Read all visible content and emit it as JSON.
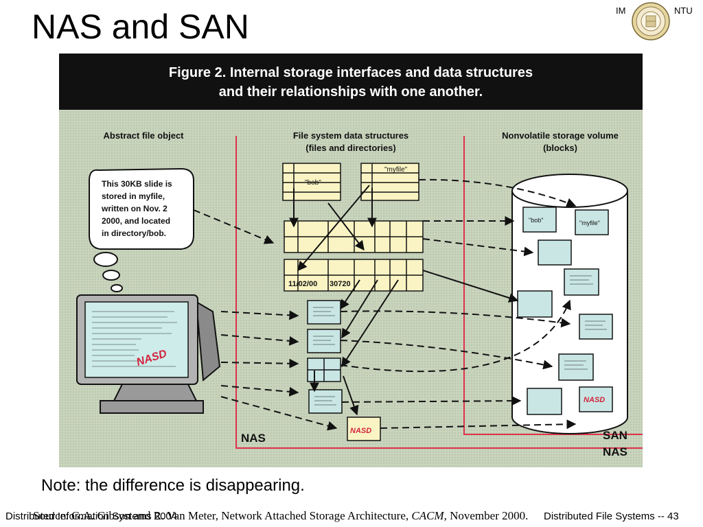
{
  "slide": {
    "title": "NAS and SAN",
    "note": "Note: the difference is disappearing.",
    "source_prefix": "Source: G.A. Gibson and R. Van Meter, Network Attached Storage Architecture, ",
    "source_journal": "CACM",
    "source_suffix": ", November 2000.",
    "footer_left": "Distributed Information Systems 2004",
    "footer_right": "Distributed File Systems -- 43",
    "logo_left": "IM",
    "logo_right": "NTU"
  },
  "figure": {
    "title_line1": "Figure 2. Internal storage interfaces and data structures",
    "title_line2": "and their relationships with one another.",
    "col_abstract": "Abstract file object",
    "col_fs_line1": "File system data structures",
    "col_fs_line2": "(files and directories)",
    "col_vol_line1": "Nonvolatile storage volume",
    "col_vol_line2": "(blocks)",
    "bubble_lines": [
      "This 30KB slide is",
      "stored in myfile,",
      "written on Nov. 2",
      "2000, and located",
      "in directory/bob."
    ],
    "dir_bob": "\"bob\"",
    "dir_myfile": "\"myfile\"",
    "inode_date": "11/02/00",
    "inode_size": "30720",
    "disk_bob": "\"bob\"",
    "disk_myfile": "\"myfile\"",
    "nasd": "NASD",
    "label_san": "SAN",
    "label_nas_inner": "NAS",
    "label_nas_outer": "NAS"
  },
  "colors": {
    "figure_bg": "#c9d4bd",
    "title_bar": "#111111",
    "region_line": "#e0304a",
    "box_fill": "#faf4c4",
    "block_fill": "#c9e6e4"
  }
}
